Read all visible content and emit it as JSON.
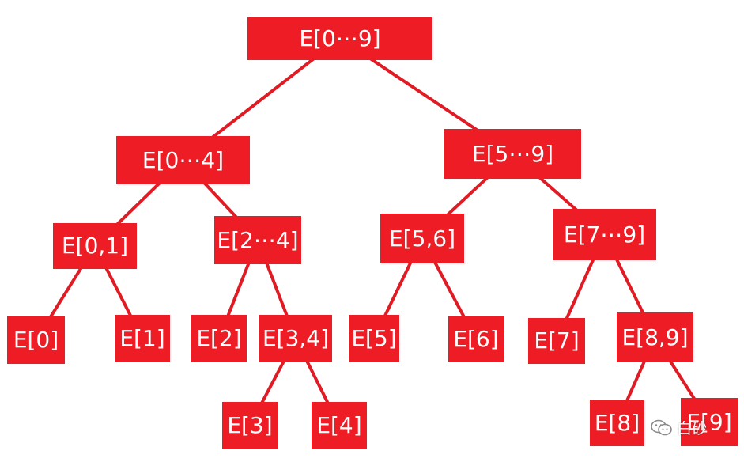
{
  "colors": {
    "node_fill": "#ee1c25",
    "edge": "#e01b24",
    "text": "#ffffff",
    "background": "#ffffff"
  },
  "nodes": [
    {
      "id": "root",
      "label": "E[0⋯9]"
    },
    {
      "id": "n04",
      "label": "E[0⋯4]"
    },
    {
      "id": "n59",
      "label": "E[5⋯9]"
    },
    {
      "id": "n01",
      "label": "E[0,1]"
    },
    {
      "id": "n24",
      "label": "E[2⋯4]"
    },
    {
      "id": "n56",
      "label": "E[5,6]"
    },
    {
      "id": "n79",
      "label": "E[7⋯9]"
    },
    {
      "id": "n0",
      "label": "E[0]"
    },
    {
      "id": "n1",
      "label": "E[1]"
    },
    {
      "id": "n2",
      "label": "E[2]"
    },
    {
      "id": "n34",
      "label": "E[3,4]"
    },
    {
      "id": "n5",
      "label": "E[5]"
    },
    {
      "id": "n6",
      "label": "E[6]"
    },
    {
      "id": "n7",
      "label": "E[7]"
    },
    {
      "id": "n89",
      "label": "E[8,9]"
    },
    {
      "id": "n3",
      "label": "E[3]"
    },
    {
      "id": "n4",
      "label": "E[4]"
    },
    {
      "id": "n8",
      "label": "E[8]"
    },
    {
      "id": "n9",
      "label": "E[9]"
    }
  ],
  "edges": [
    [
      "root",
      "n04"
    ],
    [
      "root",
      "n59"
    ],
    [
      "n04",
      "n01"
    ],
    [
      "n04",
      "n24"
    ],
    [
      "n59",
      "n56"
    ],
    [
      "n59",
      "n79"
    ],
    [
      "n01",
      "n0"
    ],
    [
      "n01",
      "n1"
    ],
    [
      "n24",
      "n2"
    ],
    [
      "n24",
      "n34"
    ],
    [
      "n56",
      "n5"
    ],
    [
      "n56",
      "n6"
    ],
    [
      "n79",
      "n7"
    ],
    [
      "n79",
      "n89"
    ],
    [
      "n34",
      "n3"
    ],
    [
      "n34",
      "n4"
    ],
    [
      "n89",
      "n8"
    ],
    [
      "n89",
      "n9"
    ]
  ],
  "watermark": {
    "text": "白砂",
    "icon": "wechat-icon"
  }
}
